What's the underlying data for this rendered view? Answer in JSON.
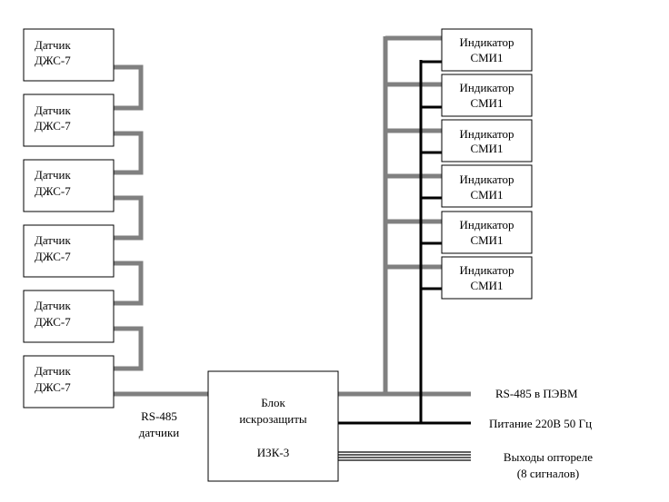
{
  "sensors": [
    {
      "line1": "Датчик",
      "line2": "ДЖС-7"
    },
    {
      "line1": "Датчик",
      "line2": "ДЖС-7"
    },
    {
      "line1": "Датчик",
      "line2": "ДЖС-7"
    },
    {
      "line1": "Датчик",
      "line2": "ДЖС-7"
    },
    {
      "line1": "Датчик",
      "line2": "ДЖС-7"
    },
    {
      "line1": "Датчик",
      "line2": "ДЖС-7"
    }
  ],
  "indicators": [
    {
      "line1": "Индикатор",
      "line2": "СМИ1"
    },
    {
      "line1": "Индикатор",
      "line2": "СМИ1"
    },
    {
      "line1": "Индикатор",
      "line2": "СМИ1"
    },
    {
      "line1": "Индикатор",
      "line2": "СМИ1"
    },
    {
      "line1": "Индикатор",
      "line2": "СМИ1"
    },
    {
      "line1": "Индикатор",
      "line2": "СМИ1"
    }
  ],
  "barrier": {
    "line1": "Блок",
    "line2": "искрозащиты",
    "line3": "ИЗК-3"
  },
  "labels": {
    "rs485_sensors_1": "RS-485",
    "rs485_sensors_2": "датчики",
    "rs485_pc": "RS-485 в ПЭВМ",
    "power": "Питание 220В 50 Гц",
    "relay_1": "Выходы оптореле",
    "relay_2": "(8 сигналов)"
  },
  "colors": {
    "rs485_bus": "#808080",
    "power_bus": "#000000"
  }
}
